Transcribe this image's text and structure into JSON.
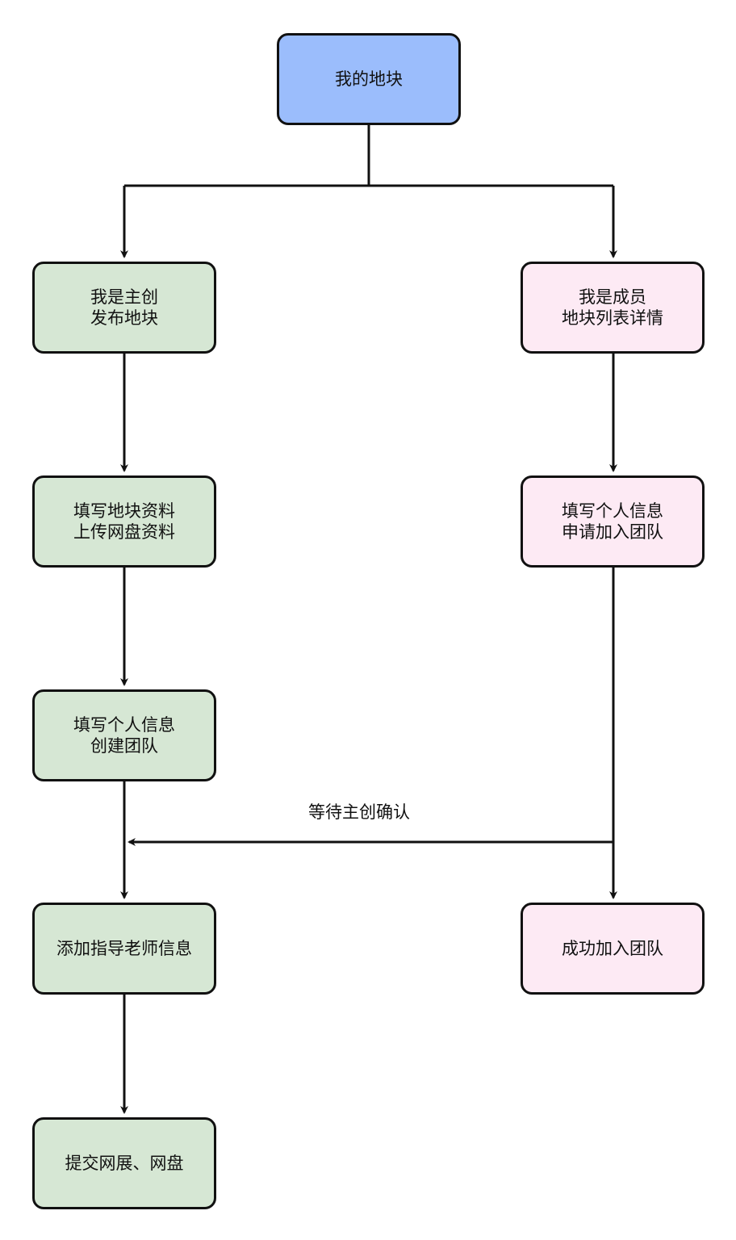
{
  "colors": {
    "root": "#9bbdfc",
    "creator": "#d6e7d4",
    "member": "#fdeaf4",
    "stroke": "#111111"
  },
  "nodes": {
    "root": "我的地块",
    "creator_publish": "我是主创\n发布地块",
    "member_list": "我是成员\n地块列表详情",
    "fill_plot": "填写地块资料\n上传网盘资料",
    "member_apply": "填写个人信息\n申请加入团队",
    "create_team": "填写个人信息\n创建团队",
    "add_teacher": "添加指导老师信息",
    "join_success": "成功加入团队",
    "submit": "提交网展、网盘"
  },
  "edges": {
    "wait_confirm": "等待主创确认"
  }
}
